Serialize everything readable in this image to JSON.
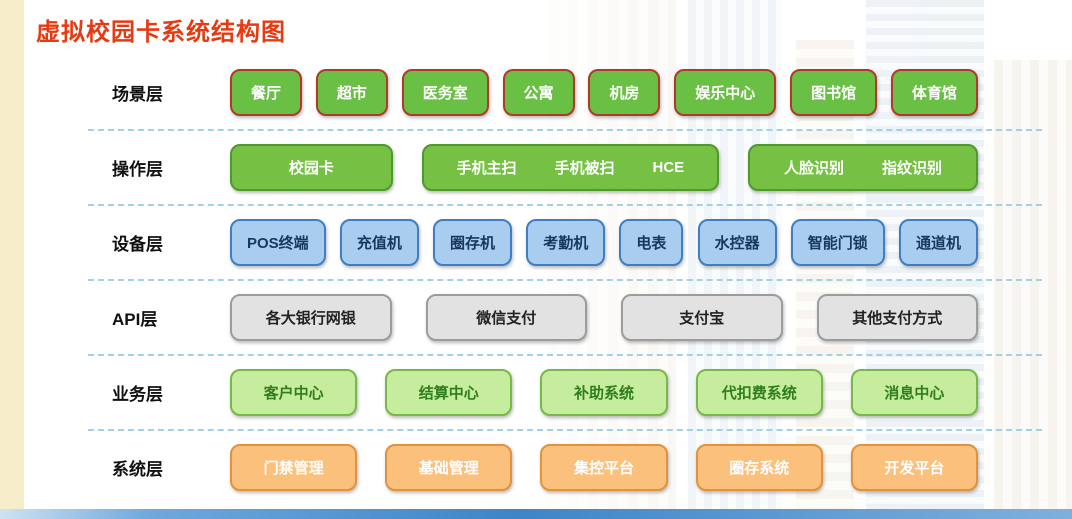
{
  "title": "虚拟校园卡系统结构图",
  "colors": {
    "title": "#e63a12",
    "label_text": "#111111",
    "divider": "#9fd2e8",
    "left_strip": "#f6eecb",
    "footer_bar_start": "#cfe2f3",
    "footer_bar_mid": "#3d85c8",
    "footer_bar_end": "#7fb0dd"
  },
  "layers": [
    {
      "key": "scene",
      "label": "场景层",
      "fill": "#6abf45",
      "border": "#b03a2a",
      "text_color": "#ffffff",
      "boxes": [
        [
          "餐厅"
        ],
        [
          "超市"
        ],
        [
          "医务室"
        ],
        [
          "公寓"
        ],
        [
          "机房"
        ],
        [
          "娱乐中心"
        ],
        [
          "图书馆"
        ],
        [
          "体育馆"
        ]
      ]
    },
    {
      "key": "operation",
      "label": "操作层",
      "fill": "#76c043",
      "border": "#4f9a2c",
      "text_color": "#ffffff",
      "boxes": [
        [
          "校园卡"
        ],
        [
          "手机主扫",
          "手机被扫",
          "HCE"
        ],
        [
          "人脸识别",
          "指纹识别"
        ]
      ]
    },
    {
      "key": "device",
      "label": "设备层",
      "fill": "#a9cdee",
      "border": "#3f7dc4",
      "text_color": "#17375e",
      "boxes": [
        [
          "POS终端"
        ],
        [
          "充值机"
        ],
        [
          "圈存机"
        ],
        [
          "考勤机"
        ],
        [
          "电表"
        ],
        [
          "水控器"
        ],
        [
          "智能门锁"
        ],
        [
          "通道机"
        ]
      ]
    },
    {
      "key": "api",
      "label": "API层",
      "fill": "#e2e2e2",
      "border": "#9c9c9c",
      "text_color": "#222222",
      "boxes": [
        [
          "各大银行网银"
        ],
        [
          "微信支付"
        ],
        [
          "支付宝"
        ],
        [
          "其他支付方式"
        ]
      ]
    },
    {
      "key": "business",
      "label": "业务层",
      "fill": "#c6ec9d",
      "border": "#76b84a",
      "text_color": "#2f7d1e",
      "boxes": [
        [
          "客户中心"
        ],
        [
          "结算中心"
        ],
        [
          "补助系统"
        ],
        [
          "代扣费系统"
        ],
        [
          "消息中心"
        ]
      ]
    },
    {
      "key": "system",
      "label": "系统层",
      "fill": "#fac07c",
      "border": "#e0923d",
      "text_color": "#ffffff",
      "boxes": [
        [
          "门禁管理"
        ],
        [
          "基础管理"
        ],
        [
          "集控平台"
        ],
        [
          "圈存系统"
        ],
        [
          "开发平台"
        ]
      ]
    }
  ]
}
